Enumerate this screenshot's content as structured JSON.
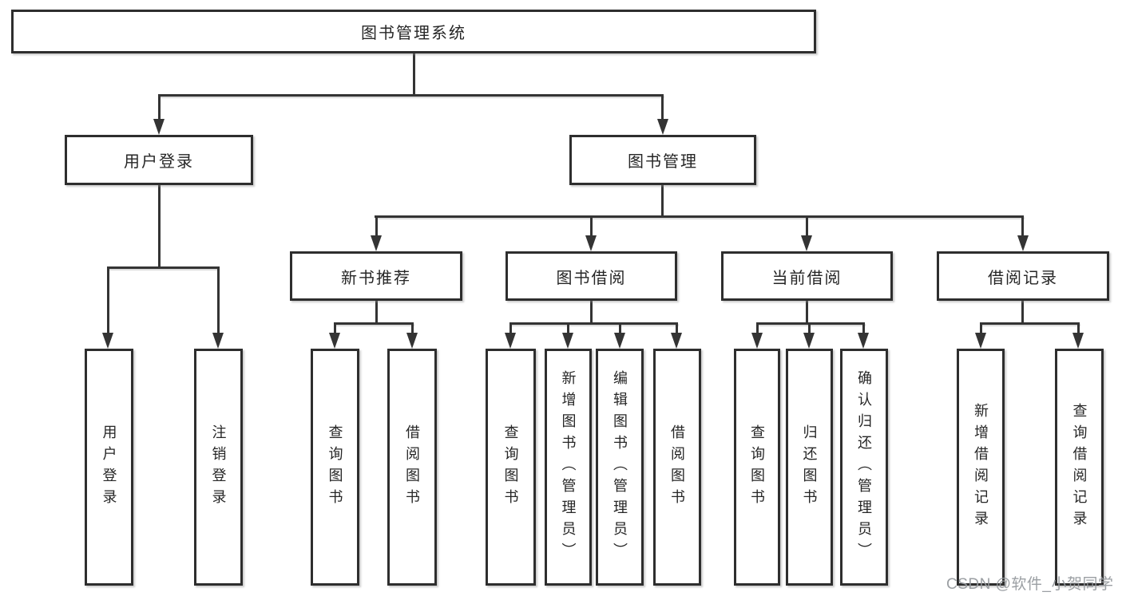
{
  "tree": {
    "label": "图书管理系统",
    "children": [
      {
        "label": "用户登录",
        "children": [
          {
            "label": "用户登录"
          },
          {
            "label": "注销登录"
          }
        ]
      },
      {
        "label": "图书管理",
        "children": [
          {
            "label": "新书推荐",
            "children": [
              {
                "label": "查询图书"
              },
              {
                "label": "借阅图书"
              }
            ]
          },
          {
            "label": "图书借阅",
            "children": [
              {
                "label": "查询图书"
              },
              {
                "label": "新增图书（管理员）"
              },
              {
                "label": "编辑图书（管理员）"
              },
              {
                "label": "借阅图书"
              }
            ]
          },
          {
            "label": "当前借阅",
            "children": [
              {
                "label": "查询图书"
              },
              {
                "label": "归还图书"
              },
              {
                "label": "确认归还（管理员）"
              }
            ]
          },
          {
            "label": "借阅记录",
            "children": [
              {
                "label": "新增借阅记录"
              },
              {
                "label": "查询借阅记录"
              }
            ]
          }
        ]
      }
    ]
  },
  "watermark": {
    "text": "CSDN @软件_小贺同学"
  },
  "colors": {
    "background": "#ffffff",
    "line": "#343434",
    "box_border": "#2e2e2e",
    "text": "#262626",
    "watermark": "#969a9e"
  }
}
